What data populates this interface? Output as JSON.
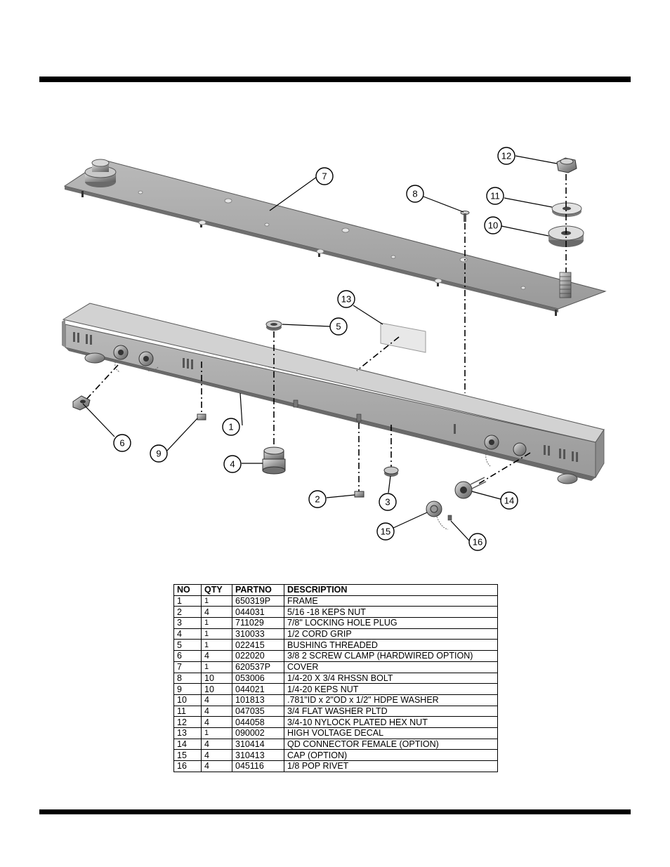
{
  "callouts": [
    "1",
    "2",
    "3",
    "4",
    "5",
    "6",
    "7",
    "8",
    "9",
    "10",
    "11",
    "12",
    "13",
    "14",
    "15",
    "16"
  ],
  "table": {
    "headers": [
      "NO",
      "QTY",
      "PARTNO",
      "DESCRIPTION"
    ],
    "rows": [
      {
        "no": "1",
        "qty": "1",
        "partno": "650319P",
        "description": "FRAME"
      },
      {
        "no": "2",
        "qty": "4",
        "partno": "044031",
        "description": "5/16 -18 KEPS NUT"
      },
      {
        "no": "3",
        "qty": "1",
        "partno": "711029",
        "description": "7/8\" LOCKING HOLE PLUG"
      },
      {
        "no": "4",
        "qty": "1",
        "partno": "310033",
        "description": "1/2 CORD GRIP"
      },
      {
        "no": "5",
        "qty": "1",
        "partno": "022415",
        "description": "BUSHING THREADED"
      },
      {
        "no": "6",
        "qty": "4",
        "partno": "022020",
        "description": "3/8 2 SCREW CLAMP (HARDWIRED OPTION)"
      },
      {
        "no": "7",
        "qty": "1",
        "partno": "620537P",
        "description": "COVER"
      },
      {
        "no": "8",
        "qty": "10",
        "partno": "053006",
        "description": "1/4-20 X 3/4 RHSSN BOLT"
      },
      {
        "no": "9",
        "qty": "10",
        "partno": "044021",
        "description": "1/4-20 KEPS NUT"
      },
      {
        "no": "10",
        "qty": "4",
        "partno": "101813",
        "description": ".781\"ID x 2\"OD x 1/2\" HDPE WASHER"
      },
      {
        "no": "11",
        "qty": "4",
        "partno": "047035",
        "description": "3/4 FLAT WASHER PLTD"
      },
      {
        "no": "12",
        "qty": "4",
        "partno": "044058",
        "description": "3/4-10 NYLOCK PLATED HEX NUT"
      },
      {
        "no": "13",
        "qty": "1",
        "partno": "090002",
        "description": "HIGH VOLTAGE DECAL"
      },
      {
        "no": "14",
        "qty": "4",
        "partno": "310414",
        "description": "QD CONNECTOR FEMALE (OPTION)"
      },
      {
        "no": "15",
        "qty": "4",
        "partno": "310413",
        "description": "CAP (OPTION)"
      },
      {
        "no": "16",
        "qty": "4",
        "partno": "045116",
        "description": "1/8 POP RIVET"
      }
    ]
  }
}
